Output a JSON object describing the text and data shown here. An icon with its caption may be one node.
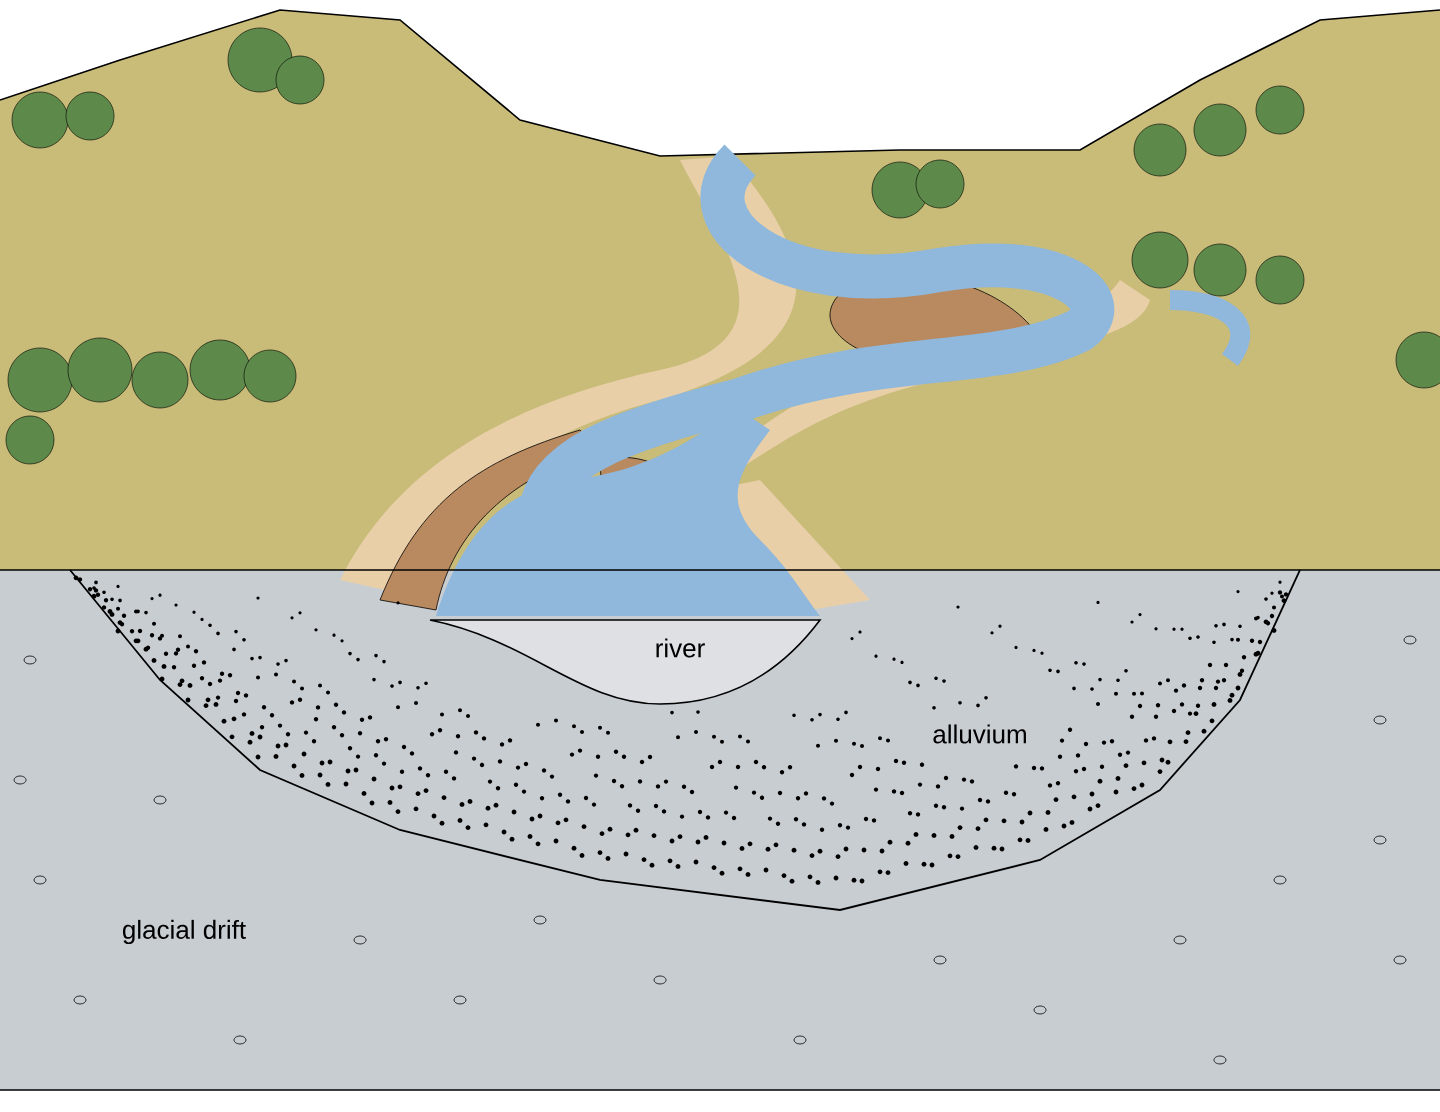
{
  "diagram": {
    "labels": [
      "river",
      "alluvium",
      "glacial drift"
    ]
  }
}
